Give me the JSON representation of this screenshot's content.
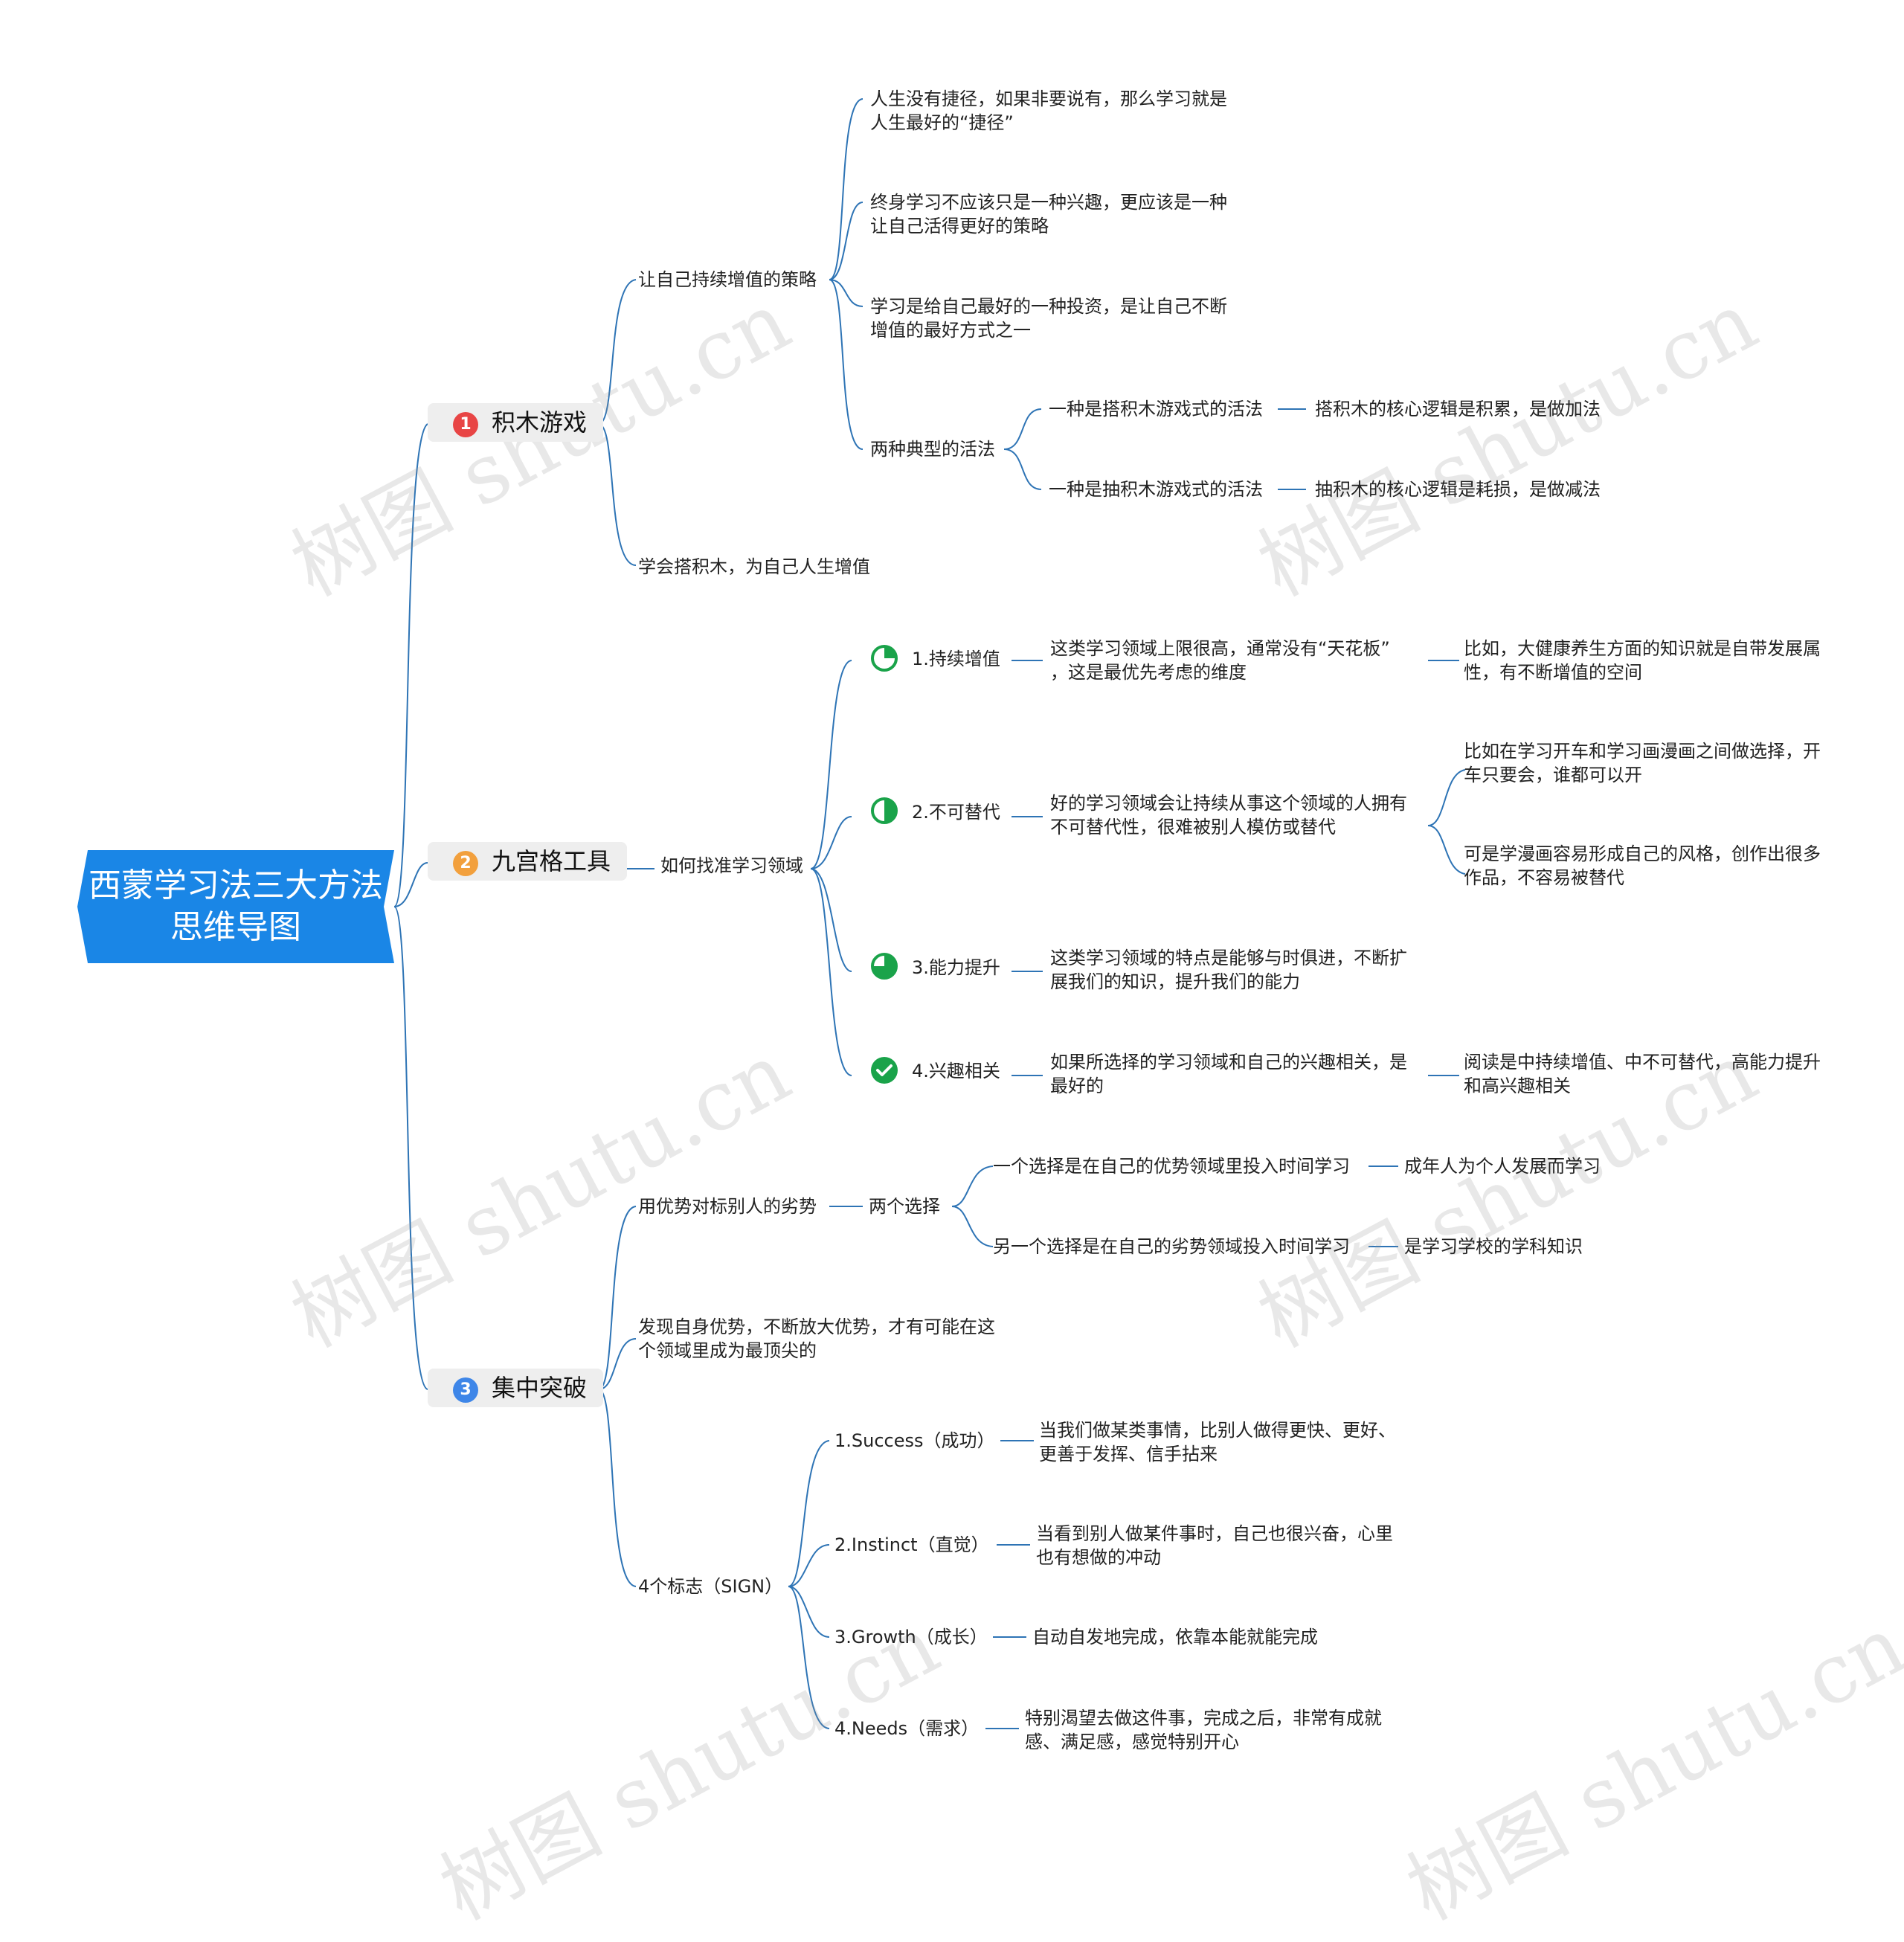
{
  "root": {
    "title_line1": "西蒙学习法三大方法",
    "title_line2": "思维导图"
  },
  "branches": {
    "b1": {
      "num": "1",
      "label": "积木游戏",
      "color": "#e84545"
    },
    "b2": {
      "num": "2",
      "label": "九宫格工具",
      "color": "#f2a03d"
    },
    "b3": {
      "num": "3",
      "label": "集中突破",
      "color": "#3e86e8"
    }
  },
  "n": {
    "s1": "让自己持续增值的策略",
    "s1a1": "人生没有捷径，如果非要说有，那么学习就是",
    "s1a2": "人生最好的“捷径”",
    "s1b1": "终身学习不应该只是一种兴趣，更应该是一种",
    "s1b2": "让自己活得更好的策略",
    "s1c1": "学习是给自己最好的一种投资，是让自己不断",
    "s1c2": "增值的最好方式之一",
    "s1d": "两种典型的活法",
    "s1d1": "一种是搭积木游戏式的活法",
    "s1d1a": "搭积木的核心逻辑是积累，是做加法",
    "s1d2": "一种是抽积木游戏式的活法",
    "s1d2a": "抽积木的核心逻辑是耗损，是做减法",
    "s2": "学会搭积木，为自己人生增值",
    "s3": "如何找准学习领域",
    "k1": "1.持续增值",
    "k1a1": "这类学习领域上限很高，通常没有“天花板”",
    "k1a2": "，这是最优先考虑的维度",
    "k1b1": "比如，大健康养生方面的知识就是自带发展属",
    "k1b2": "性，有不断增值的空间",
    "k2": "2.不可替代",
    "k2a1": "好的学习领域会让持续从事这个领域的人拥有",
    "k2a2": "不可替代性，很难被别人模仿或替代",
    "k2b1": "比如在学习开车和学习画漫画之间做选择，开",
    "k2b2": "车只要会，谁都可以开",
    "k2c1": "可是学漫画容易形成自己的风格，创作出很多",
    "k2c2": "作品，不容易被替代",
    "k3": "3.能力提升",
    "k3a1": "这类学习领域的特点是能够与时俱进，不断扩",
    "k3a2": "展我们的知识，提升我们的能力",
    "k4": "4.兴趣相关",
    "k4a1": "如果所选择的学习领域和自己的兴趣相关，是",
    "k4a2": "最好的",
    "k4b1": "阅读是中持续增值、中不可替代，高能力提升",
    "k4b2": "和高兴趣相关",
    "t1": "用优势对标别人的劣势",
    "t1a": "两个选择",
    "t1a1": "一个选择是在自己的优势领域里投入时间学习",
    "t1a1a": "成年人为个人发展而学习",
    "t1a2": "另一个选择是在自己的劣势领域投入时间学习",
    "t1a2a": "是学习学校的学科知识",
    "t2a": "发现自身优势，不断放大优势，才有可能在这",
    "t2b": "个领域里成为最顶尖的",
    "t3": "4个标志（SIGN）",
    "g1": "1.Success（成功）",
    "g1a1": "当我们做某类事情，比别人做得更快、更好、",
    "g1a2": "更善于发挥、信手拈来",
    "g2": "2.Instinct（直觉）",
    "g2a1": "当看到别人做某件事时，自己也很兴奋，心里",
    "g2a2": "也有想做的冲动",
    "g3": "3.Growth（成长）",
    "g3a": "自动自发地完成，依靠本能就能完成",
    "g4": "4.Needs（需求）",
    "g4a1": "特别渴望去做这件事，完成之后，非常有成就",
    "g4a2": "感、满足感，感觉特别开心"
  },
  "progress": {
    "k1": 0.25,
    "k2": 0.5,
    "k3": 0.75,
    "k4": 1.0
  },
  "icons": {
    "k1": "progress-quarter-icon",
    "k2": "progress-half-icon",
    "k3": "progress-three-quarter-icon",
    "k4": "progress-complete-check-icon"
  },
  "watermark": "树图 shutu.cn",
  "colors": {
    "root_bg": "#1a86e6",
    "link": "#2e74b5",
    "progress_green": "#1aa34a",
    "branch_bg": "#eeeeee"
  }
}
